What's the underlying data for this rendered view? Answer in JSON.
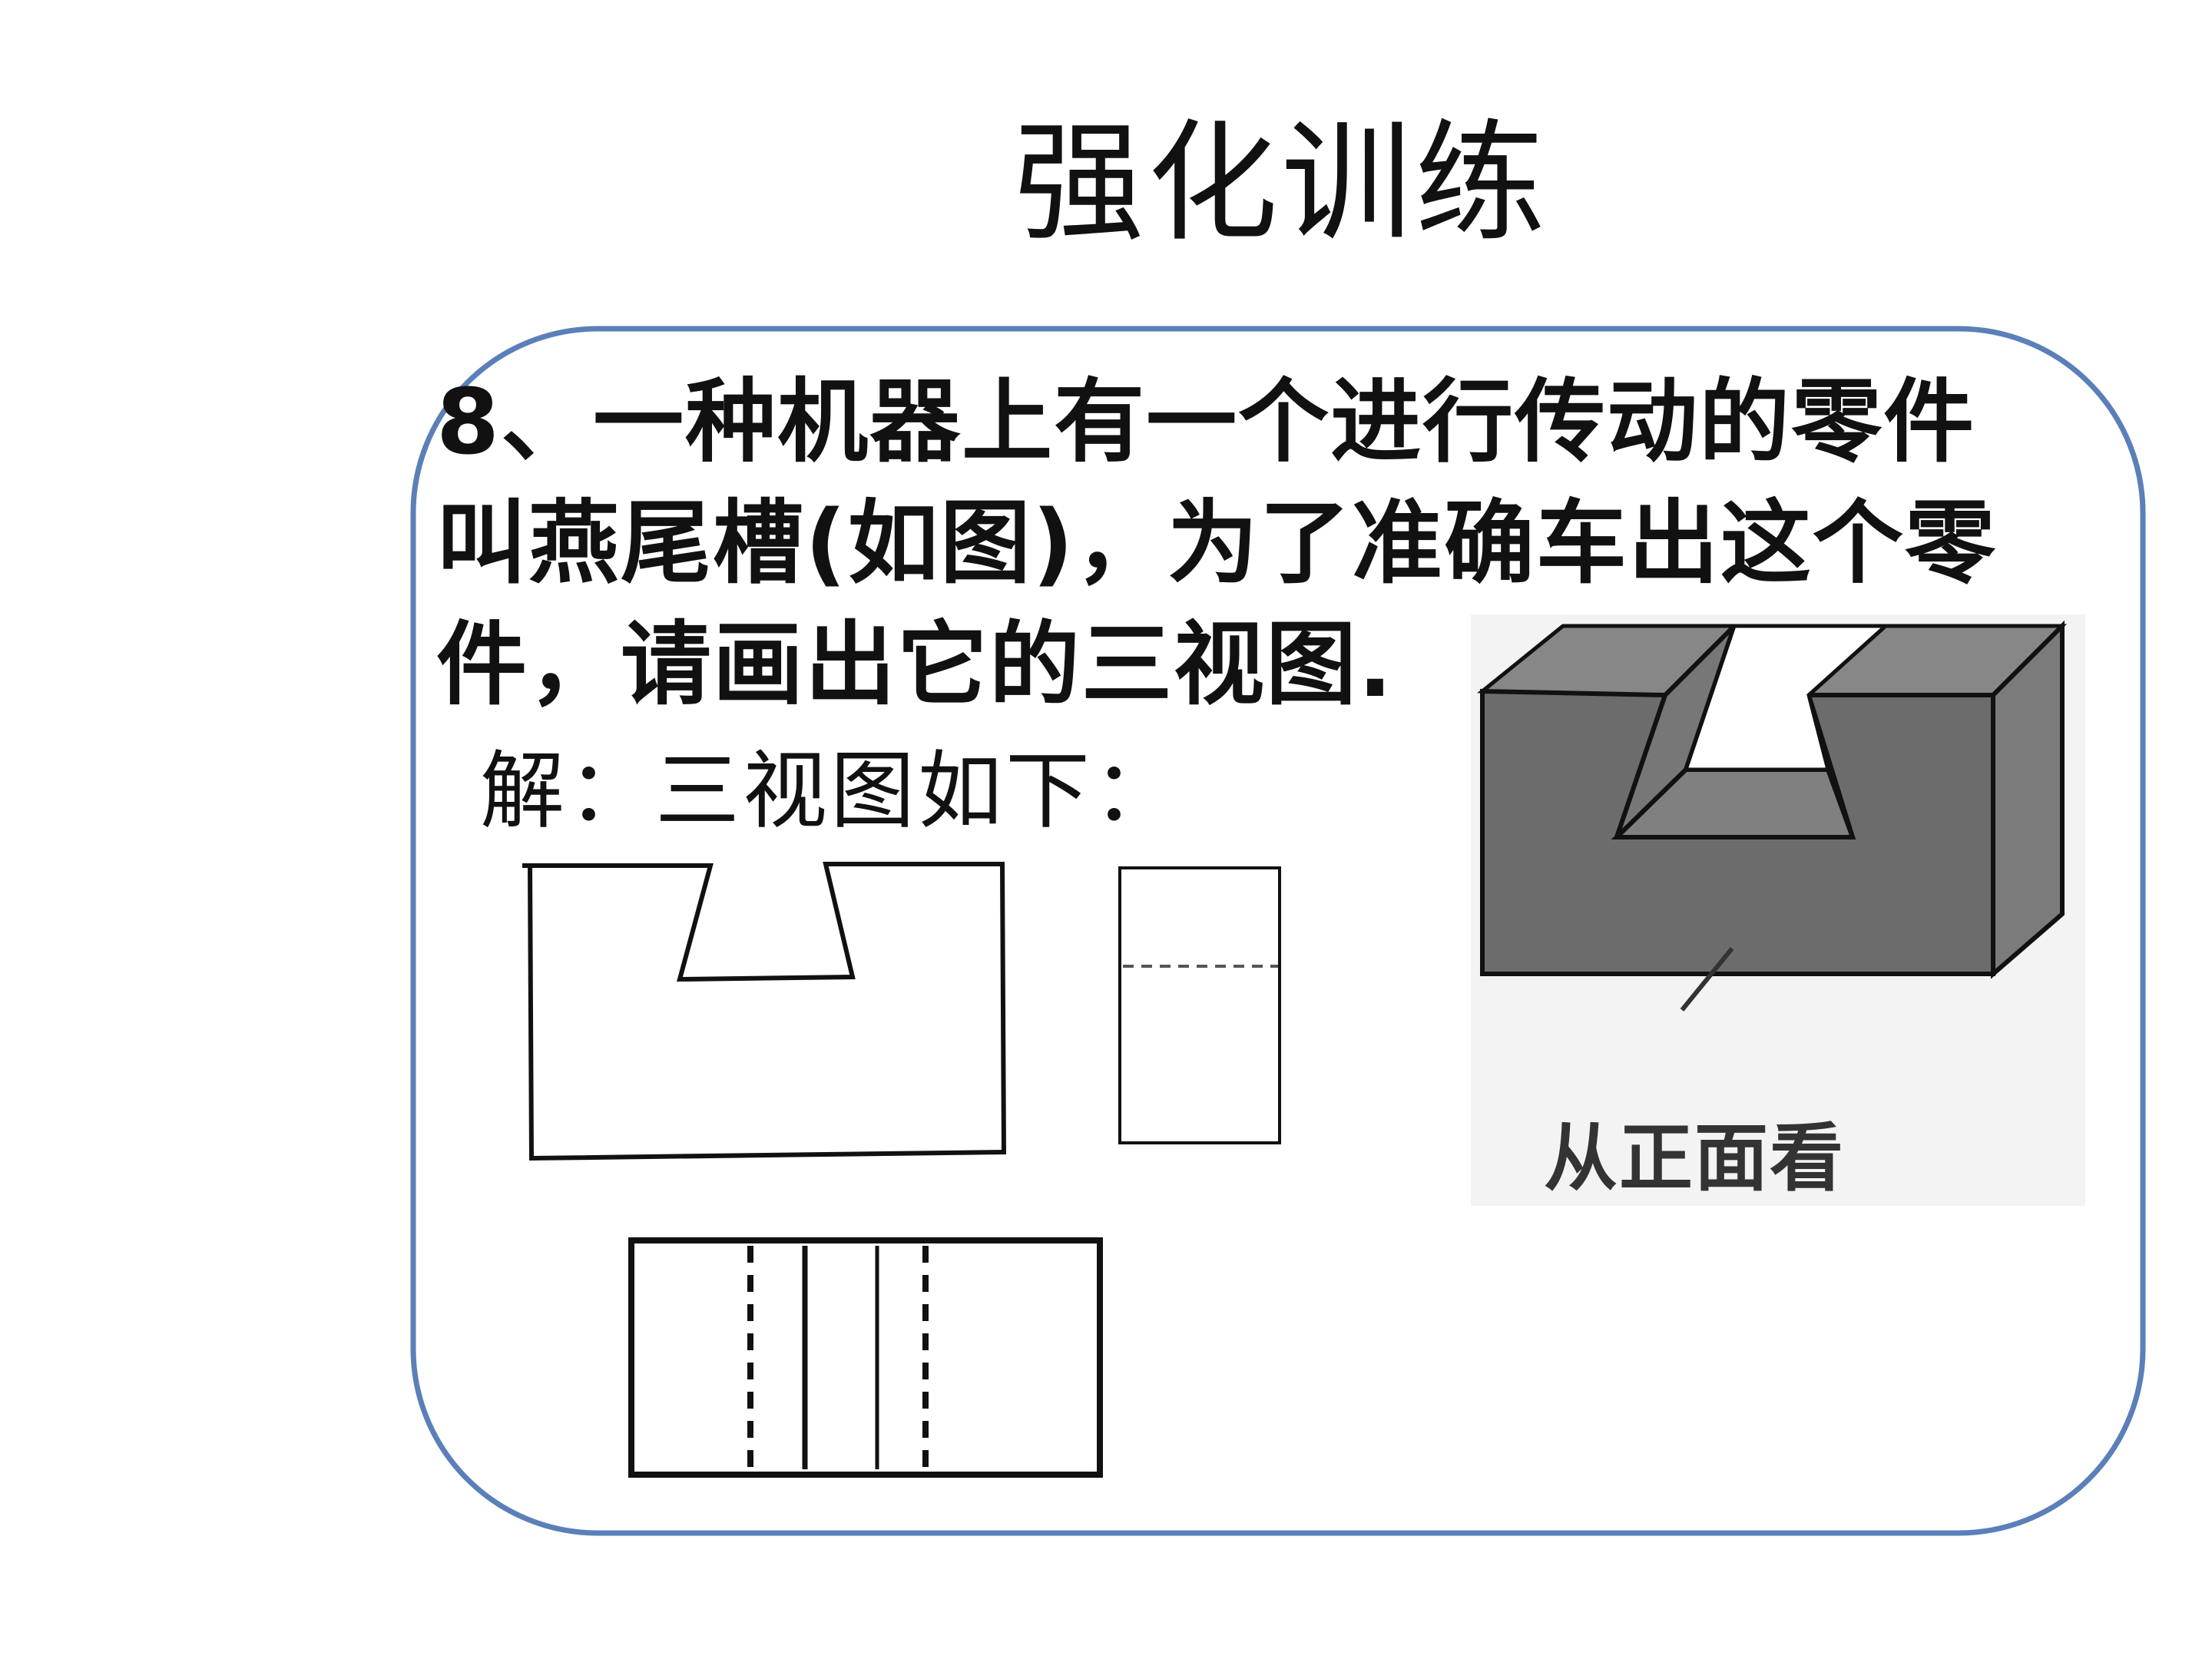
{
  "slide": {
    "title": "强化训练"
  },
  "problem": {
    "number": "8",
    "lines": [
      "、一种机器上有一个进行传动的零件",
      "叫燕尾槽(如图)，为了准确车出这个零",
      "件，请画出它的三视图."
    ]
  },
  "answer": {
    "text": "解：三视图如下："
  },
  "figure": {
    "caption": "从正面看"
  },
  "colors": {
    "frame_border": "#5b7fb8",
    "text": "#111111",
    "solid_face_front": "#6e6e6e",
    "solid_face_top": "#8a8a8a",
    "solid_face_side": "#7a7a7a"
  }
}
